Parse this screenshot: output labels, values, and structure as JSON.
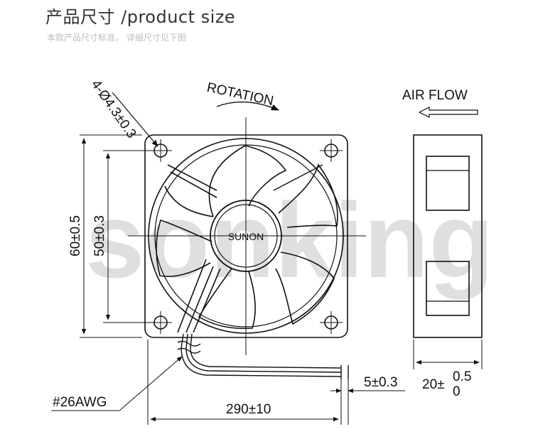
{
  "header": {
    "title": "产品尺寸 /product size",
    "subtitle": "本款产品尺寸标准， 详细尺寸见下图"
  },
  "watermark": "sonking",
  "drawing": {
    "hole_spec": "4-Ø4.3±0.3",
    "rotation_label": "ROTATION",
    "airflow_label": "AIR FLOW",
    "brand": "SUNON",
    "dim_outer": "60±0.5",
    "dim_inner": "50±0.3",
    "wire_gauge": "#26AWG",
    "lead_length": "290±10",
    "strip_length": "5±0.3",
    "thickness_base": "20±",
    "thickness_plus": "0.5",
    "thickness_minus": "0"
  }
}
